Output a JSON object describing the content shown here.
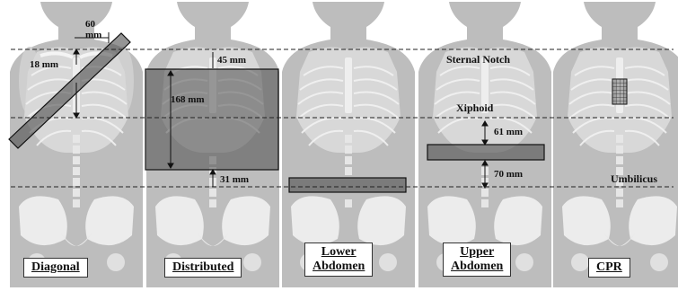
{
  "panels": [
    {
      "id": "diagonal",
      "caption": [
        "Diagonal"
      ]
    },
    {
      "id": "distributed",
      "caption": [
        "Distributed"
      ]
    },
    {
      "id": "lower-abdomen",
      "caption": [
        "Lower",
        "Abdomen"
      ]
    },
    {
      "id": "upper-abdomen",
      "caption": [
        "Upper",
        "Abdomen"
      ]
    },
    {
      "id": "cpr",
      "caption": [
        "CPR"
      ]
    }
  ],
  "landmarks": {
    "sternal_notch": "Sternal Notch",
    "xiphoid": "Xiphoid",
    "umbilicus": "Umbilicus"
  },
  "measurements": {
    "diagonal_width": "60",
    "diagonal_width_unit": "mm",
    "diagonal_offset": "18 mm",
    "distributed_top": "45 mm",
    "distributed_height": "168 mm",
    "distributed_bottom": "31 mm",
    "upper_top": "61 mm",
    "upper_bottom": "70 mm"
  },
  "colors": {
    "background": "#ffffff",
    "body": "#bdbdbd",
    "bone": "#f0f0f0",
    "shade": "#505050"
  }
}
